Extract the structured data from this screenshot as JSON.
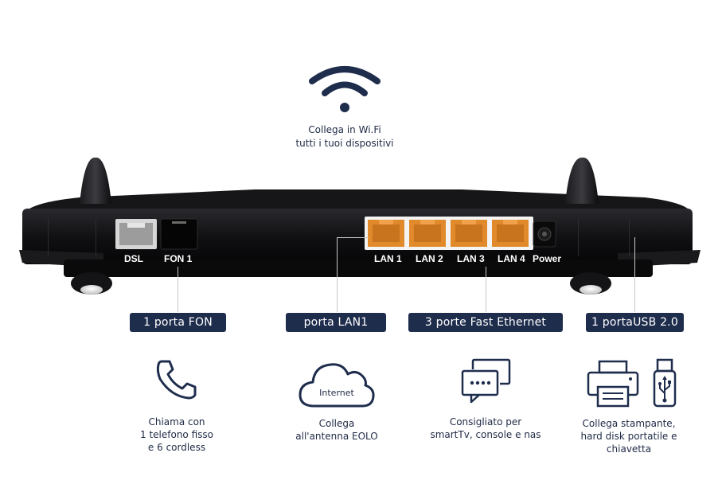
{
  "wifi": {
    "icon": "wifi-icon",
    "caption_line1": "Collega in Wi.Fi",
    "caption_line2": "tutti i tuoi dispositivi"
  },
  "router": {
    "ports": {
      "dsl": "DSL",
      "fon1": "FON 1",
      "lan1": "LAN 1",
      "lan2": "LAN 2",
      "lan3": "LAN 3",
      "lan4": "LAN 4",
      "power": "Power"
    },
    "colors": {
      "body": "#0d0d0f",
      "lan_port": "#e08a2c"
    }
  },
  "pills": {
    "fon": "1 porta FON",
    "lan1": "porta LAN1",
    "fast_ethernet": "3 porte Fast Ethernet",
    "usb": "1 portaUSB 2.0"
  },
  "features": [
    {
      "icon": "phone-icon",
      "lines": [
        "Chiama con",
        "1 telefono fisso",
        "e 6 cordless"
      ]
    },
    {
      "icon": "cloud-icon",
      "icon_text": "Internet",
      "lines": [
        "Collega",
        "all'antenna EOLO"
      ]
    },
    {
      "icon": "chat-devices-icon",
      "lines": [
        "Consigliato per",
        "smartTv, console e nas"
      ]
    },
    {
      "icon": "printer-icon",
      "icon2": "usb-stick-icon",
      "lines": [
        "Collega stampante,",
        "hard disk portatile e",
        "chiavetta"
      ]
    }
  ],
  "colors": {
    "navy": "#1f2d4d",
    "text": "#1e2a45"
  }
}
